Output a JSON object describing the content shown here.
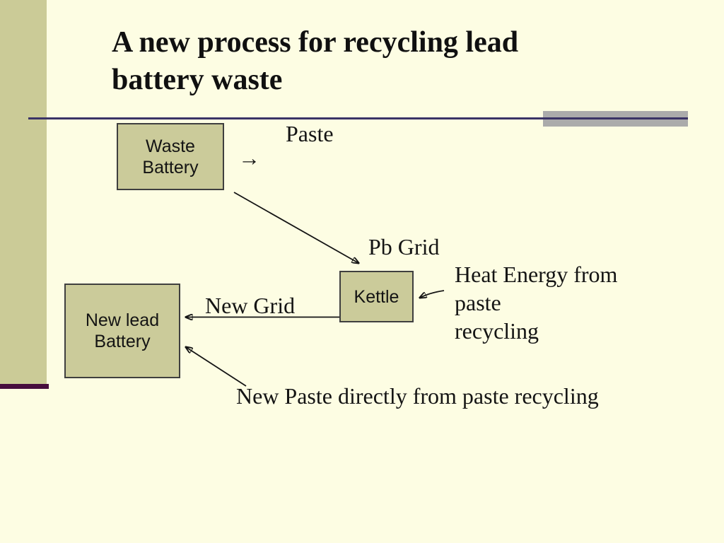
{
  "slide": {
    "title": {
      "text": "A new process for recycling lead battery waste",
      "lines": [
        "A new process for recycling lead",
        "battery waste"
      ]
    }
  },
  "colors": {
    "background": "#FDFDE3",
    "sidebar_bar": "#CBCB97",
    "sidebar_underline": "#470D3D",
    "rule": "#3A3366",
    "accent_bar": "#ABABAB",
    "node_fill": "#CBCB9A",
    "node_border": "#3F3F3F",
    "text": "#141414"
  },
  "diagram": {
    "nodes": {
      "waste_battery": {
        "label": "Waste Battery",
        "lines": [
          "Waste",
          "Battery"
        ]
      },
      "kettle": {
        "label": "Kettle",
        "lines": [
          "Kettle"
        ]
      },
      "new_lead_battery": {
        "label": "New lead Battery",
        "lines": [
          "New lead",
          "Battery"
        ]
      }
    },
    "labels": {
      "paste": "Paste",
      "paste_arrow_glyph": "→",
      "pb_grid": "Pb Grid",
      "new_grid": "New Grid",
      "heat_energy": {
        "text": "Heat Energy from paste recycling",
        "lines": [
          "Heat Energy from",
          "paste",
          "recycling"
        ]
      },
      "new_paste": "New Paste directly from paste recycling"
    },
    "edges": [
      {
        "from": "waste_battery",
        "to": "kettle",
        "label": "Pb Grid"
      },
      {
        "from": "waste_battery",
        "to": "paste",
        "label": "Paste"
      },
      {
        "from": "kettle",
        "to": "new_lead_battery",
        "label": "New Grid"
      },
      {
        "from": "heat_energy_note",
        "to": "kettle",
        "label": "Heat Energy from paste recycling"
      },
      {
        "from": "new_paste_note",
        "to": "new_lead_battery",
        "label": "New Paste directly from paste recycling"
      }
    ]
  }
}
